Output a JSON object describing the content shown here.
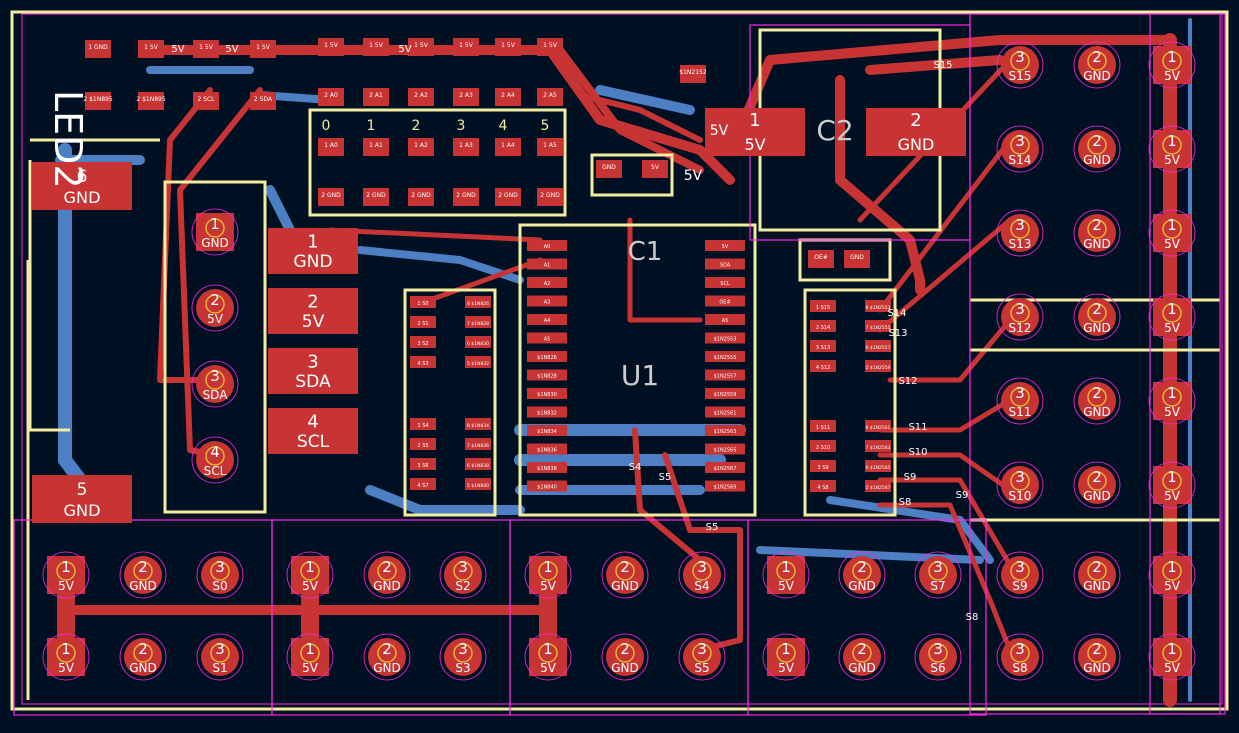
{
  "board": {
    "title": "LED2",
    "colors": {
      "background": "#001023",
      "copper_top": "#c83434",
      "copper_bottom": "#4d7fc4",
      "silk": "#f2eda1",
      "silk_back": "#e8b4a8",
      "courtyard": "#ff26e2",
      "text_white": "#ffffff",
      "drill": "#e3b72e"
    }
  },
  "connectors": {
    "left_bottom_row": {
      "top": [
        {
          "num": "1",
          "label": "5V"
        },
        {
          "num": "2",
          "label": "GND"
        },
        {
          "num": "3",
          "label": "S0"
        },
        {
          "num": "1",
          "label": "5V"
        },
        {
          "num": "2",
          "label": "GND"
        },
        {
          "num": "3",
          "label": "S2"
        },
        {
          "num": "1",
          "label": "5V"
        },
        {
          "num": "2",
          "label": "GND"
        },
        {
          "num": "3",
          "label": "S4"
        },
        {
          "num": "1",
          "label": "5V"
        },
        {
          "num": "2",
          "label": "GND"
        },
        {
          "num": "3",
          "label": "S7"
        },
        {
          "num": "3",
          "label": "S9"
        },
        {
          "num": "2",
          "label": "GND"
        },
        {
          "num": "1",
          "label": "5V"
        }
      ],
      "bottom": [
        {
          "num": "1",
          "label": "5V"
        },
        {
          "num": "2",
          "label": "GND"
        },
        {
          "num": "3",
          "label": "S1"
        },
        {
          "num": "1",
          "label": "5V"
        },
        {
          "num": "2",
          "label": "GND"
        },
        {
          "num": "3",
          "label": "S3"
        },
        {
          "num": "1",
          "label": "5V"
        },
        {
          "num": "2",
          "label": "GND"
        },
        {
          "num": "3",
          "label": "S5"
        },
        {
          "num": "1",
          "label": "5V"
        },
        {
          "num": "2",
          "label": "GND"
        },
        {
          "num": "3",
          "label": "S6"
        },
        {
          "num": "3",
          "label": "S8"
        },
        {
          "num": "2",
          "label": "GND"
        },
        {
          "num": "1",
          "label": "5V"
        }
      ]
    },
    "right_column": [
      {
        "sig": "S15",
        "gnd": "GND",
        "pwr": "5V"
      },
      {
        "sig": "S14",
        "gnd": "GND",
        "pwr": "5V"
      },
      {
        "sig": "S13",
        "gnd": "GND",
        "pwr": "5V"
      },
      {
        "sig": "S12",
        "gnd": "GND",
        "pwr": "5V"
      },
      {
        "sig": "S11",
        "gnd": "GND",
        "pwr": "5V"
      },
      {
        "sig": "S10",
        "gnd": "GND",
        "pwr": "5V"
      }
    ],
    "i2c_header": [
      {
        "num": "1",
        "label": "GND"
      },
      {
        "num": "2",
        "label": "5V"
      },
      {
        "num": "3",
        "label": "SDA"
      },
      {
        "num": "4",
        "label": "SCL"
      }
    ],
    "i2c_smd": [
      {
        "num": "1",
        "label": "GND"
      },
      {
        "num": "2",
        "label": "5V"
      },
      {
        "num": "3",
        "label": "SDA"
      },
      {
        "num": "4",
        "label": "SCL"
      }
    ],
    "side_pads": [
      {
        "num": "6",
        "label": "GND"
      },
      {
        "num": "5",
        "label": "GND"
      }
    ]
  },
  "top_jumpers": {
    "pins": [
      "1",
      "2"
    ],
    "power": [
      {
        "top": "GND",
        "bottom": "$1N895"
      },
      {
        "top": "5V",
        "bottom": "$1N895"
      },
      {
        "top": "5V",
        "bottom": "SCL"
      },
      {
        "top": "5V",
        "bottom": "SDA"
      }
    ],
    "addr_top": [
      "5V",
      "5V",
      "5V",
      "5V",
      "5V",
      "5V"
    ],
    "addr_mid": [
      "A0",
      "A1",
      "A2",
      "A3",
      "A4",
      "A5"
    ],
    "addr_low": [
      "GND",
      "GND",
      "GND",
      "GND",
      "GND",
      "GND"
    ],
    "bit_labels": [
      "0",
      "1",
      "2",
      "3",
      "4",
      "5"
    ]
  },
  "power": {
    "cap_label": "C2",
    "cap_pins": [
      {
        "num": "1",
        "label": "5V"
      },
      {
        "num": "2",
        "label": "GND"
      }
    ],
    "c1_label": "C1",
    "small_pads": [
      "GND",
      "5V",
      "$1N2152"
    ],
    "net_5v": "5V",
    "oe_labels": [
      "OE#",
      "GND"
    ]
  },
  "chip": {
    "label": "U1",
    "left_pins": [
      "A0",
      "A1",
      "A2",
      "A3",
      "A4",
      "A5",
      "$1N826",
      "$1N828",
      "$1N830",
      "$1N832",
      "$1N834",
      "$1N836",
      "$1N838",
      "$1N840"
    ],
    "right_pins": [
      "5V",
      "SDA",
      "SCL",
      "OE#",
      "A5",
      "$1N2553",
      "$1N2555",
      "$1N2557",
      "$1N2559",
      "$1N2561",
      "$1N2563",
      "$1N2565",
      "$1N2567",
      "$1N2569"
    ]
  },
  "resistor_arrays": {
    "left_upper": {
      "sig": [
        "S0",
        "S1",
        "S2",
        "S3"
      ],
      "nets": [
        "$1N826",
        "$1N828",
        "$1N830",
        "$1N832"
      ]
    },
    "left_lower": {
      "sig": [
        "S4",
        "S5",
        "S6",
        "S7"
      ],
      "nets": [
        "$1N834",
        "$1N836",
        "$1N838",
        "$1N840"
      ]
    },
    "right_upper": {
      "sig": [
        "S15",
        "S14",
        "S13",
        "S12"
      ],
      "nets": [
        "$1N2553",
        "$1N2555",
        "$1N2557",
        "$1N2559"
      ]
    },
    "right_lower": {
      "sig": [
        "S11",
        "S10",
        "S9",
        "S8"
      ],
      "nets": [
        "$1N2561",
        "$1N2563",
        "$1N2565",
        "$1N2567"
      ]
    },
    "pin_nums": [
      "1",
      "2",
      "3",
      "4",
      "5",
      "6",
      "7",
      "8"
    ]
  },
  "trace_labels": [
    "5V",
    "5V",
    "5V",
    "S15",
    "S14",
    "S13",
    "S12",
    "S11",
    "S10",
    "S9",
    "S8",
    "S4",
    "S5",
    "S5",
    "S8",
    "S9"
  ]
}
